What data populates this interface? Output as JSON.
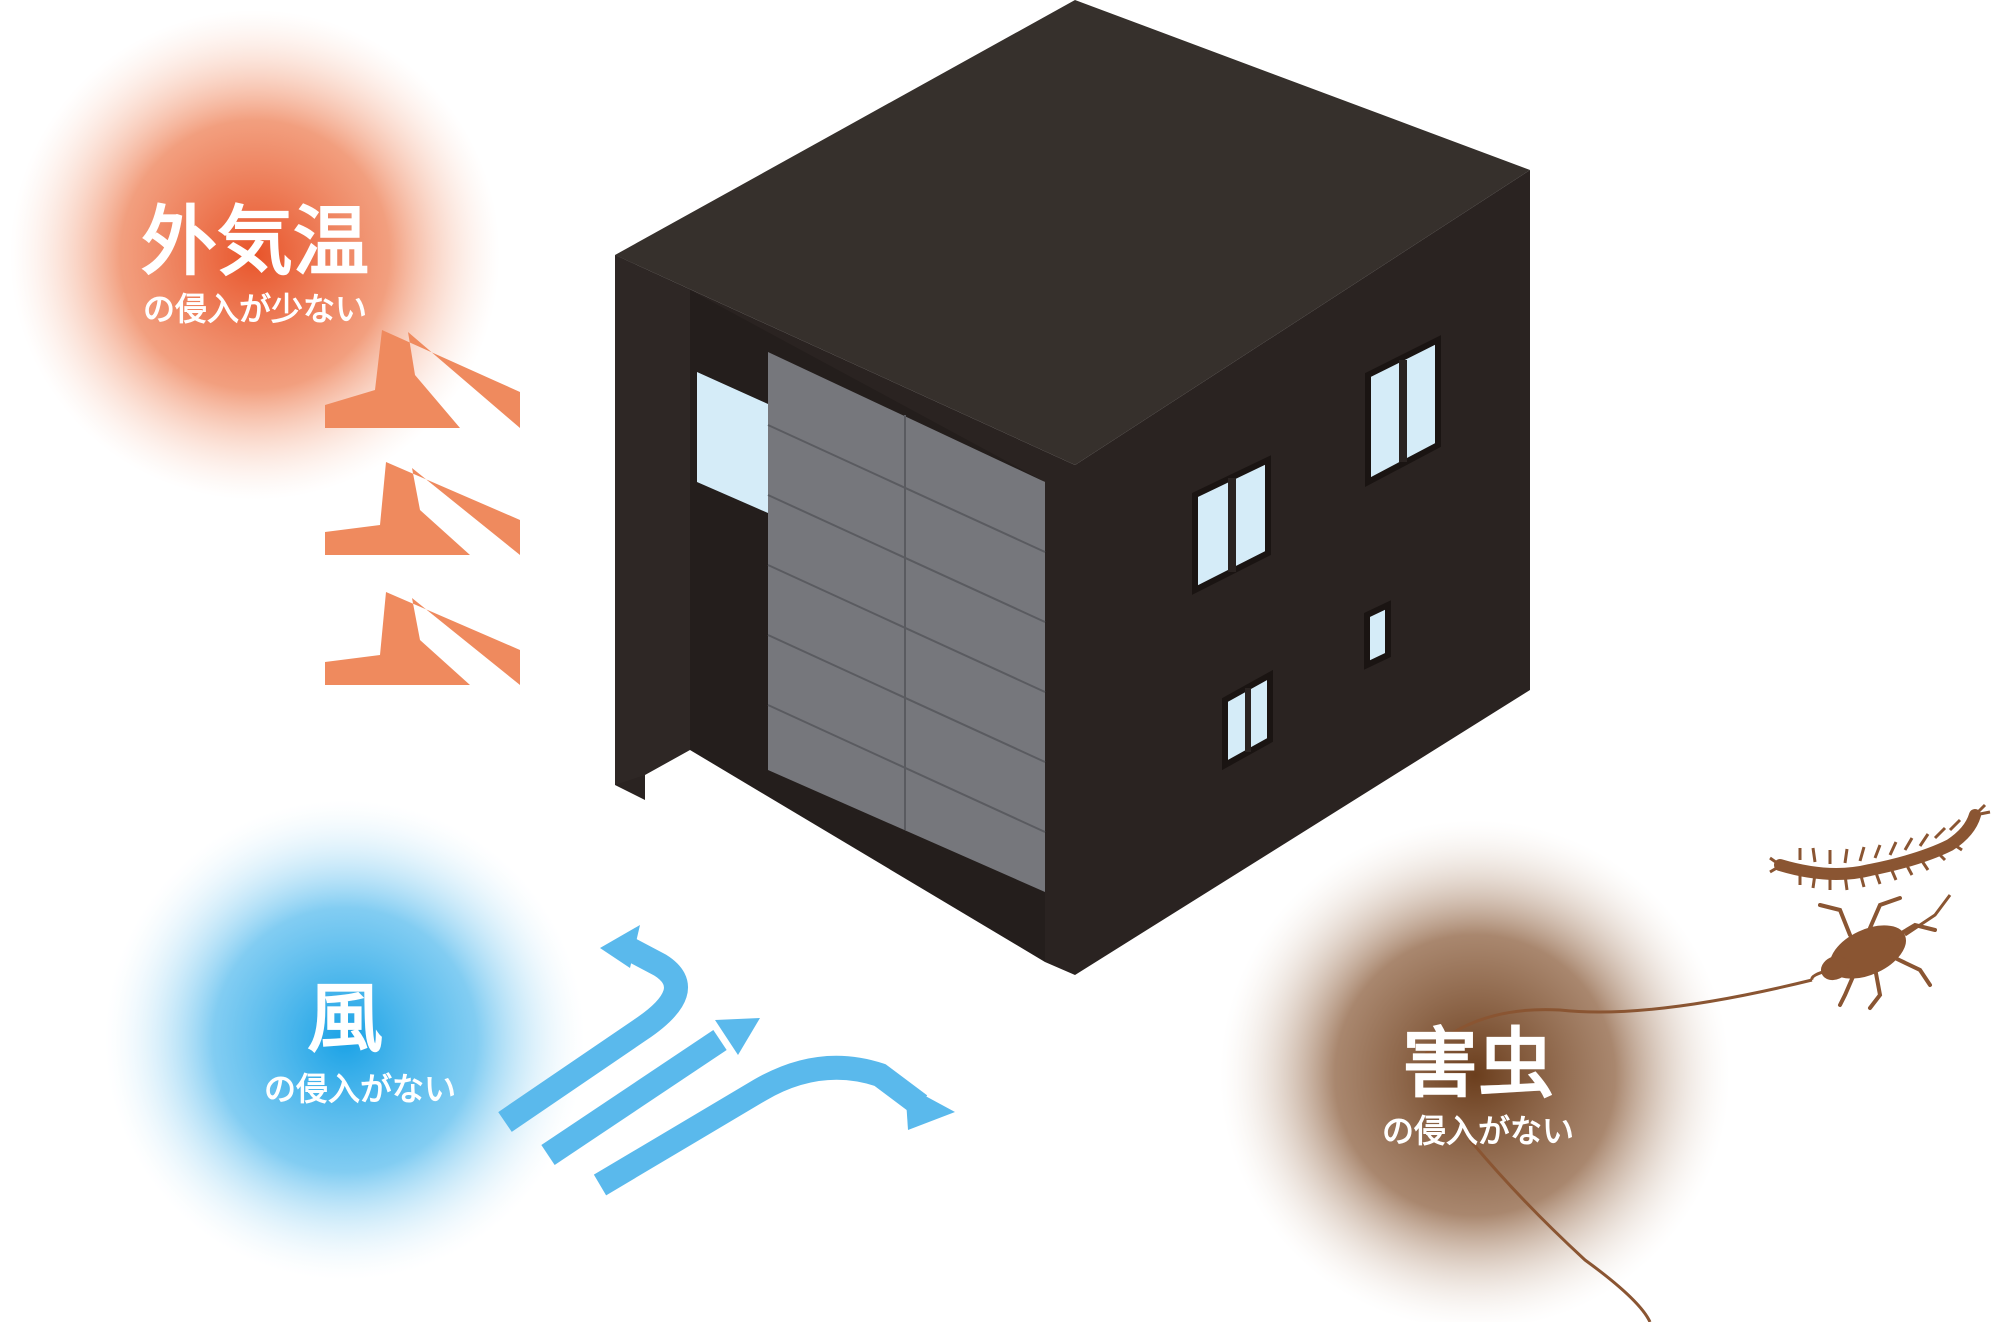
{
  "features": {
    "temperature": {
      "title": "外気温",
      "subtitle": "の侵入が少ない",
      "color": "#ec6f3f",
      "icon": "heat-arrows-icon"
    },
    "wind": {
      "title": "風",
      "subtitle": "の侵入がない",
      "color": "#2aa8e8",
      "icon": "wind-arrows-icon"
    },
    "pests": {
      "title": "害虫",
      "subtitle": "の侵入がない",
      "color": "#7a4a27",
      "icon": "insect-icon"
    }
  },
  "building": {
    "icon": "garage-house-icon",
    "roof_color": "#36302c",
    "wall_color": "#2a2321",
    "shutter_color": "#76777c",
    "window_color": "#d5ecf8"
  },
  "colors": {
    "heat_arrow": "#ef8a5e",
    "wind_arrow": "#5ab9ec",
    "bug": "#8a5532"
  }
}
